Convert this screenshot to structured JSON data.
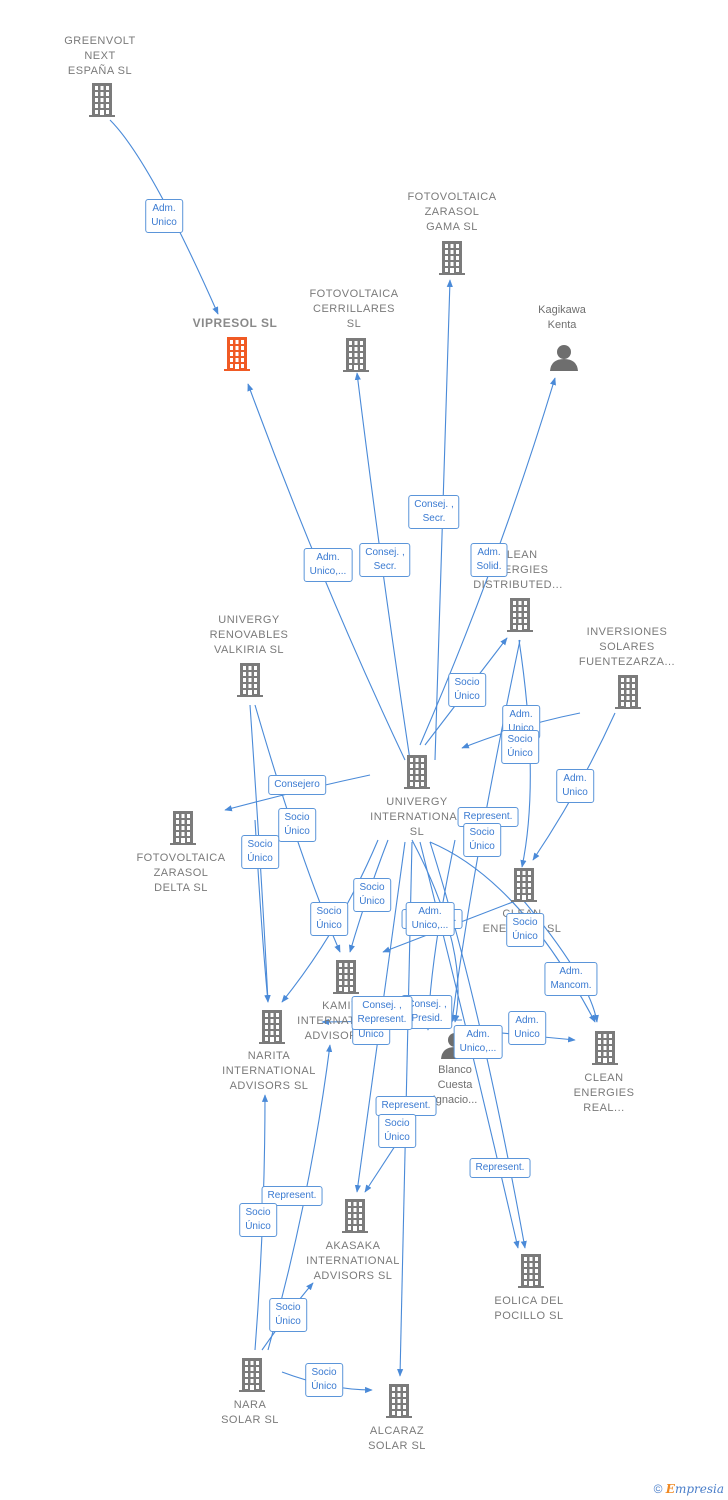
{
  "nodes": [
    {
      "id": "greenvolt",
      "lines": [
        "GREENVOLT",
        "NEXT",
        "ESPAÑA  SL"
      ],
      "type": "company"
    },
    {
      "id": "vipresol",
      "lines": [
        "VIPRESOL  SL"
      ],
      "type": "company-main"
    },
    {
      "id": "fz_gama",
      "lines": [
        "FOTOVOLTAICA",
        "ZARASOL",
        "GAMA  SL"
      ],
      "type": "company"
    },
    {
      "id": "fc",
      "lines": [
        "FOTOVOLTAICA",
        "CERRILLARES",
        "SL"
      ],
      "type": "company"
    },
    {
      "id": "kagikawa",
      "lines": [
        "Kagikawa",
        "Kenta"
      ],
      "type": "person"
    },
    {
      "id": "clean_dist",
      "lines": [
        "CLEAN",
        "ENERGIES",
        "DISTRIBUTED..."
      ],
      "type": "company"
    },
    {
      "id": "uv_valkiria",
      "lines": [
        "UNIVERGY",
        "RENOVABLES",
        "VALKIRIA  SL"
      ],
      "type": "company"
    },
    {
      "id": "inv_solares",
      "lines": [
        "INVERSIONES",
        "SOLARES",
        "FUENTEZARZA..."
      ],
      "type": "company"
    },
    {
      "id": "univergy_int",
      "lines": [
        "UNIVERGY",
        "INTERNATIONAL",
        "SL"
      ],
      "type": "company"
    },
    {
      "id": "fz_delta",
      "lines": [
        "FOTOVOLTAICA",
        "ZARASOL",
        "DELTA  SL"
      ],
      "type": "company"
    },
    {
      "id": "clean_en",
      "lines": [
        "CLEAN",
        "ENERGIES  SL"
      ],
      "type": "company"
    },
    {
      "id": "kamiya",
      "lines": [
        "KAMIYA",
        "INTERNATIONAL",
        "ADVISORS  SL"
      ],
      "type": "company"
    },
    {
      "id": "narita",
      "lines": [
        "NARITA",
        "INTERNATIONAL",
        "ADVISORS  SL"
      ],
      "type": "company"
    },
    {
      "id": "blanco",
      "lines": [
        "Blanco",
        "Cuesta",
        "Ignacio..."
      ],
      "type": "person"
    },
    {
      "id": "clean_real",
      "lines": [
        "CLEAN",
        "ENERGIES",
        "REAL..."
      ],
      "type": "company"
    },
    {
      "id": "akasaka",
      "lines": [
        "AKASAKA",
        "INTERNATIONAL",
        "ADVISORS  SL"
      ],
      "type": "company"
    },
    {
      "id": "eolica",
      "lines": [
        "EOLICA DEL",
        "POCILLO SL"
      ],
      "type": "company"
    },
    {
      "id": "nara",
      "lines": [
        "NARA",
        "SOLAR  SL"
      ],
      "type": "company"
    },
    {
      "id": "alcaraz",
      "lines": [
        "ALCARAZ",
        "SOLAR SL"
      ],
      "type": "company"
    }
  ],
  "edge_labels": [
    {
      "id": "e1",
      "lines": [
        "Adm.",
        "Unico"
      ]
    },
    {
      "id": "e2",
      "lines": [
        "Consej. ,",
        "Secr."
      ]
    },
    {
      "id": "e3",
      "lines": [
        "Adm.",
        "Unico,..."
      ]
    },
    {
      "id": "e4",
      "lines": [
        "Consej. ,",
        "Secr."
      ]
    },
    {
      "id": "e5",
      "lines": [
        "Adm.",
        "Solid."
      ]
    },
    {
      "id": "e6",
      "lines": [
        "Socio",
        "Único"
      ]
    },
    {
      "id": "e7",
      "lines": [
        "Adm.",
        "Unico"
      ]
    },
    {
      "id": "e8",
      "lines": [
        "Socio",
        "Único"
      ]
    },
    {
      "id": "e9",
      "lines": [
        "Adm.",
        "Unico"
      ]
    },
    {
      "id": "e10",
      "lines": [
        "Consejero"
      ]
    },
    {
      "id": "e11",
      "lines": [
        "Socio",
        "Único"
      ]
    },
    {
      "id": "e12",
      "lines": [
        "Socio",
        "Único"
      ]
    },
    {
      "id": "e13",
      "lines": [
        "Represent."
      ]
    },
    {
      "id": "e14",
      "lines": [
        "Socio",
        "Único"
      ]
    },
    {
      "id": "e15",
      "lines": [
        "Socio",
        "Único"
      ]
    },
    {
      "id": "e16",
      "lines": [
        "Socio",
        "Único"
      ]
    },
    {
      "id": "e17",
      "lines": [
        "Represent."
      ]
    },
    {
      "id": "e18",
      "lines": [
        "Socio",
        "Único"
      ]
    },
    {
      "id": "e19",
      "lines": [
        "Adm.",
        "Mancom."
      ]
    },
    {
      "id": "e20",
      "lines": [
        "Socio",
        "Único"
      ]
    },
    {
      "id": "e21",
      "lines": [
        "Consej. ,",
        "Presid."
      ]
    },
    {
      "id": "e22",
      "lines": [
        "Consej. ,",
        "Represent."
      ]
    },
    {
      "id": "e23",
      "lines": [
        "Adm.",
        "Unico,..."
      ]
    },
    {
      "id": "e24",
      "lines": [
        "Adm.",
        "Unico"
      ]
    },
    {
      "id": "e25",
      "lines": [
        "Represent."
      ]
    },
    {
      "id": "e26",
      "lines": [
        "Socio",
        "Único"
      ]
    },
    {
      "id": "e27",
      "lines": [
        "Represent."
      ]
    },
    {
      "id": "e28",
      "lines": [
        "Represent."
      ]
    },
    {
      "id": "e29",
      "lines": [
        "Socio",
        "Único"
      ]
    },
    {
      "id": "e30",
      "lines": [
        "Socio",
        "Único"
      ]
    },
    {
      "id": "e31",
      "lines": [
        "Socio",
        "Único"
      ]
    },
    {
      "id": "e32",
      "lines": [
        "Adm.",
        "Unico,..."
      ]
    }
  ],
  "colors": {
    "company": "#7b7b7b",
    "main": "#f05a24",
    "edge": "#4a8ad8",
    "label_text": "#7a7a7a"
  },
  "footer": {
    "copyright": "©",
    "brand_initial": "E",
    "brand_rest": "mpresia"
  }
}
